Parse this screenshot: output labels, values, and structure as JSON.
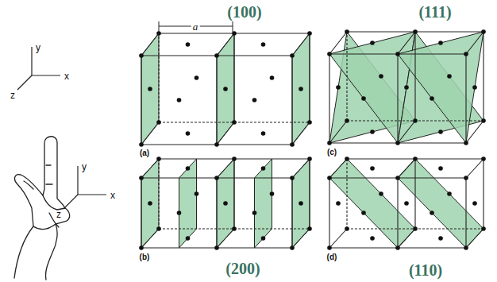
{
  "diagram": {
    "labels": [
      "(100)",
      "(111)",
      "(200)",
      "(110)",
      "a",
      "(a)",
      "(b)",
      "(c)",
      "(d)",
      "y",
      "x",
      "z",
      "y",
      "x",
      "z"
    ]
  }
}
